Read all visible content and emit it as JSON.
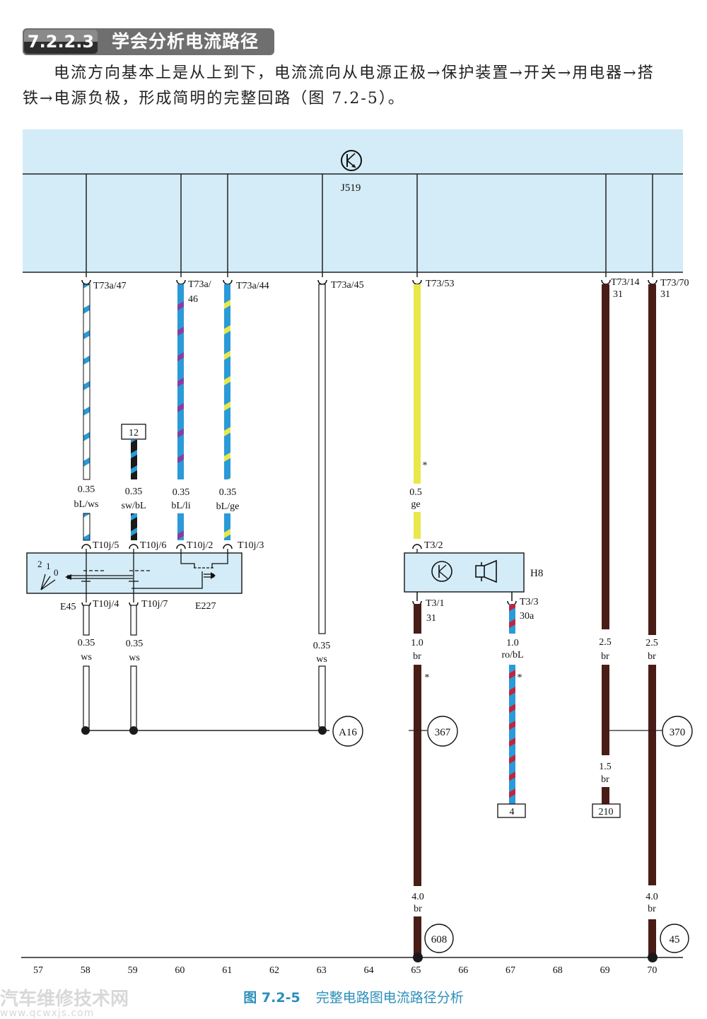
{
  "section": {
    "number": "7.2.2.3",
    "title": "学会分析电流路径"
  },
  "paragraph": {
    "line1": "电流方向基本上是从上到下，电流流向从电源正极→保护装置→开关→用电器→搭",
    "line2": "铁→电源负极，形成简明的完整回路（图 7.2-5）。"
  },
  "colors": {
    "module_fill": "#d3ecf8",
    "blue": "#2a9ad8",
    "brown": "#4a1c17",
    "yellow": "#e9e84a",
    "violet": "#8b3d9b",
    "red": "#c0263c",
    "black": "#1a1a1a",
    "caption": "#2b8fb9"
  },
  "diagram": {
    "control_unit": {
      "label": "J519",
      "icon": "transistor-icon"
    },
    "connectors_top": [
      {
        "id": "T73a/47"
      },
      {
        "id": "T73a/",
        "id2": "46"
      },
      {
        "id": "T73a/44"
      },
      {
        "id": "T73a/45"
      },
      {
        "id": "T73/53"
      },
      {
        "id": "T73/14",
        "sub": "31"
      },
      {
        "id": "T73/70",
        "sub": "31"
      }
    ],
    "wires_upper": [
      {
        "size": "0.35",
        "color": "bL/ws"
      },
      {
        "size": "0.35",
        "color": "sw/bL"
      },
      {
        "size": "0.35",
        "color": "bL/li"
      },
      {
        "size": "0.35",
        "color": "bL/ge"
      },
      {
        "size": "0.5",
        "color": "ge",
        "mark": "*"
      }
    ],
    "ref_box_12": "12",
    "switch_unit": {
      "labels": [
        "E45",
        "E227"
      ],
      "positions": [
        "2",
        "1",
        "0"
      ],
      "pins_in": [
        "T10j/5",
        "T10j/6",
        "T10j/2",
        "T10j/3"
      ],
      "pins_out": [
        "T10j/4",
        "T10j/7"
      ]
    },
    "horn": {
      "label": "H8",
      "pin_in": "T3/2",
      "pins_out": [
        {
          "id": "T3/1",
          "sub": "31"
        },
        {
          "id": "T3/3",
          "sub": "30a"
        }
      ]
    },
    "wires_lower": [
      {
        "size": "0.35",
        "color": "ws"
      },
      {
        "size": "0.35",
        "color": "ws"
      },
      {
        "size": "0.35",
        "color": "ws"
      },
      {
        "size": "1.0",
        "color": "br",
        "mark": "*"
      },
      {
        "size": "1.0",
        "color": "ro/bL",
        "mark": "*"
      },
      {
        "size": "2.5",
        "color": "br"
      },
      {
        "size": "2.5",
        "color": "br"
      },
      {
        "size": "1.5",
        "color": "br"
      },
      {
        "size": "4.0",
        "color": "br"
      },
      {
        "size": "4.0",
        "color": "br"
      }
    ],
    "ground_refs": [
      "A16",
      "367",
      "370",
      "608",
      "45"
    ],
    "ref_boxes": [
      "4",
      "210"
    ],
    "grid_numbers": [
      "57",
      "58",
      "59",
      "60",
      "61",
      "62",
      "63",
      "64",
      "65",
      "66",
      "67",
      "68",
      "69",
      "70"
    ]
  },
  "caption": {
    "figure": "图 7.2-5",
    "text": "完整电路图电流路径分析"
  },
  "watermark": {
    "name": "汽车维修技术网",
    "url": "www.qcwxjs.com"
  }
}
